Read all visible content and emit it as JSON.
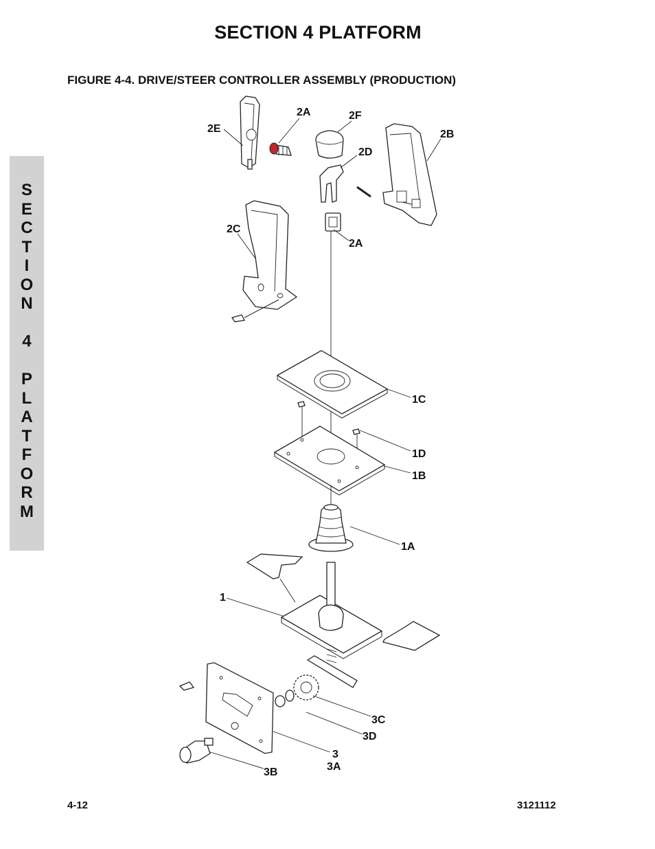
{
  "header": {
    "section_title": "SECTION 4    PLATFORM",
    "figure_title": "FIGURE 4-4. DRIVE/STEER CONTROLLER ASSEMBLY (PRODUCTION)"
  },
  "side_tab": {
    "letters": [
      "S",
      "E",
      "C",
      "T",
      "I",
      "O",
      "N",
      "",
      "4",
      "",
      "P",
      "L",
      "A",
      "T",
      "F",
      "O",
      "R",
      "M"
    ]
  },
  "callouts": {
    "c_2a_top": "2A",
    "c_2e": "2E",
    "c_2f": "2F",
    "c_2d": "2D",
    "c_2b": "2B",
    "c_2c": "2C",
    "c_2a_mid": "2A",
    "c_1c": "1C",
    "c_1d": "1D",
    "c_1b": "1B",
    "c_1a": "1A",
    "c_1": "1",
    "c_3c": "3C",
    "c_3d": "3D",
    "c_3": "3",
    "c_3a": "3A",
    "c_3b": "3B"
  },
  "footer": {
    "page_number": "4-12",
    "doc_number": "3121112"
  },
  "colors": {
    "tab_background": "#d2d2d2",
    "accent_red": "#c0282d",
    "line": "#222222"
  }
}
